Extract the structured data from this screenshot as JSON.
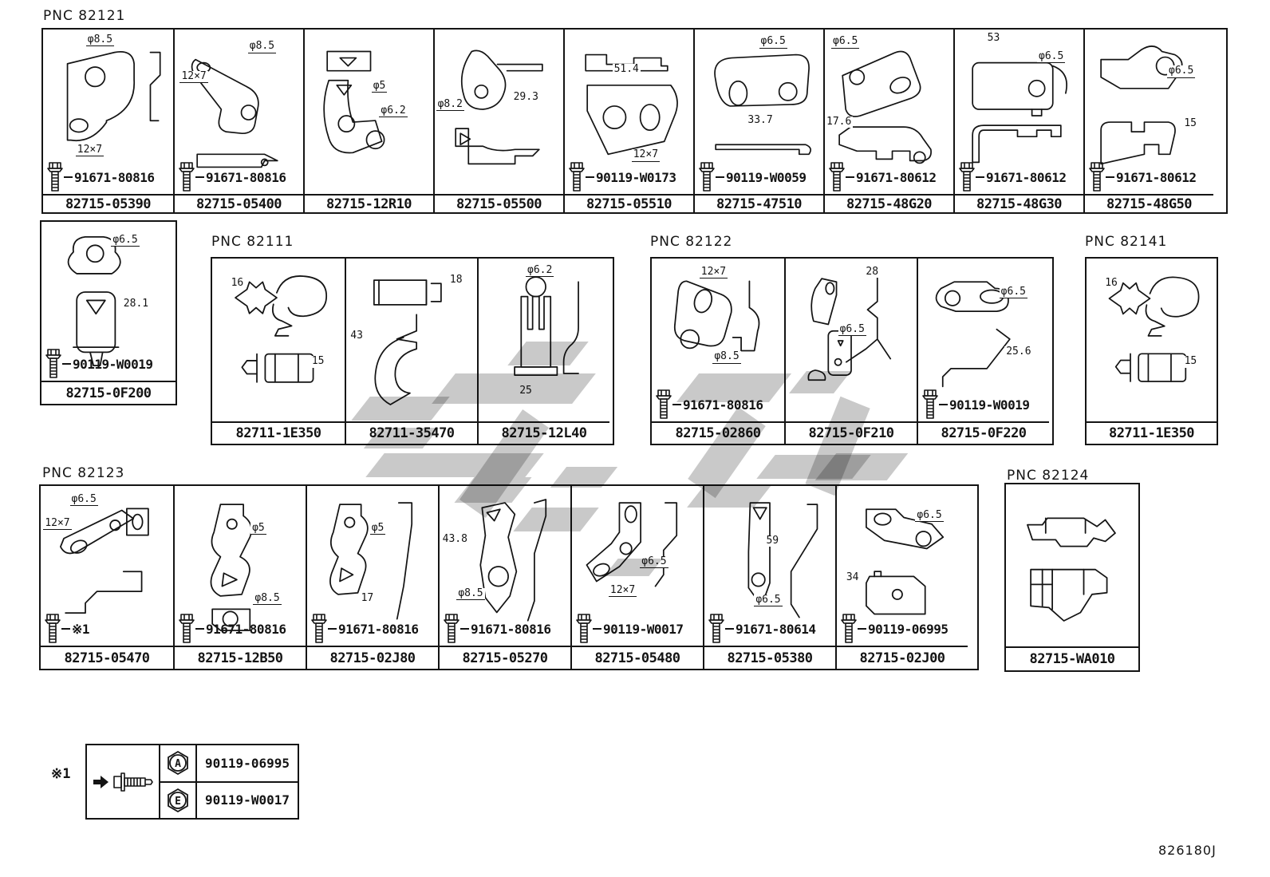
{
  "page": {
    "doc_code": "826180J"
  },
  "colors": {
    "line": "#141414",
    "watermark": "#c9c9c9",
    "background": "#ffffff"
  },
  "icons": {
    "bolt": "flange-bolt-icon",
    "legend_arrow": "arrow-right-icon",
    "legend_marker": "hex-nut-marker-icon"
  },
  "groups": [
    {
      "pnc": "PNC 82121",
      "cells": [
        {
          "part": "82715-05390",
          "bolt": "91671-80816",
          "dims": [
            "φ8.5",
            "12×7"
          ]
        },
        {
          "part": "82715-05400",
          "bolt": "91671-80816",
          "dims": [
            "φ8.5",
            "12×7"
          ]
        },
        {
          "part": "82715-12R10",
          "bolt": null,
          "dims": [
            "φ5",
            "φ6.2"
          ]
        },
        {
          "part": "82715-05500",
          "bolt": null,
          "dims": [
            "φ8.2",
            "29.3"
          ]
        },
        {
          "part": "82715-05510",
          "bolt": "90119-W0173",
          "dims": [
            "51.4",
            "12×7"
          ]
        },
        {
          "part": "82715-47510",
          "bolt": "90119-W0059",
          "dims": [
            "φ6.5",
            "33.7"
          ]
        },
        {
          "part": "82715-48G20",
          "bolt": "91671-80612",
          "dims": [
            "φ6.5",
            "17.6"
          ]
        },
        {
          "part": "82715-48G30",
          "bolt": "91671-80612",
          "dims": [
            "53",
            "φ6.5"
          ]
        },
        {
          "part": "82715-48G50",
          "bolt": "91671-80612",
          "dims": [
            "φ6.5",
            "15"
          ]
        }
      ]
    },
    {
      "pnc": "",
      "cells": [
        {
          "part": "82715-0F200",
          "bolt": "90119-W0019",
          "dims": [
            "φ6.5",
            "28.1"
          ]
        }
      ]
    },
    {
      "pnc": "PNC 82111",
      "cells": [
        {
          "part": "82711-1E350",
          "bolt": null,
          "dims": [
            "16",
            "15"
          ]
        },
        {
          "part": "82711-35470",
          "bolt": null,
          "dims": [
            "18",
            "43"
          ]
        },
        {
          "part": "82715-12L40",
          "bolt": null,
          "dims": [
            "φ6.2",
            "25"
          ]
        }
      ]
    },
    {
      "pnc": "PNC 82122",
      "cells": [
        {
          "part": "82715-02860",
          "bolt": "91671-80816",
          "dims": [
            "12×7",
            "φ8.5"
          ]
        },
        {
          "part": "82715-0F210",
          "bolt": null,
          "dims": [
            "28",
            "φ6.5"
          ]
        },
        {
          "part": "82715-0F220",
          "bolt": "90119-W0019",
          "dims": [
            "φ6.5",
            "25.6"
          ]
        }
      ]
    },
    {
      "pnc": "PNC 82141",
      "cells": [
        {
          "part": "82711-1E350",
          "bolt": null,
          "dims": [
            "16",
            "15"
          ]
        }
      ]
    },
    {
      "pnc": "PNC 82123",
      "cells": [
        {
          "part": "82715-05470",
          "bolt": "※1",
          "dims": [
            "φ6.5",
            "12×7"
          ]
        },
        {
          "part": "82715-12B50",
          "bolt": "91671-80816",
          "dims": [
            "φ5",
            "φ8.5"
          ]
        },
        {
          "part": "82715-02J80",
          "bolt": "91671-80816",
          "dims": [
            "φ5",
            "17"
          ]
        },
        {
          "part": "82715-05270",
          "bolt": "91671-80816",
          "dims": [
            "43.8",
            "φ8.5"
          ]
        },
        {
          "part": "82715-05480",
          "bolt": "90119-W0017",
          "dims": [
            "φ6.5",
            "12×7"
          ]
        },
        {
          "part": "82715-05380",
          "bolt": "91671-80614",
          "dims": [
            "59",
            "φ6.5"
          ]
        },
        {
          "part": "82715-02J00",
          "bolt": "90119-06995",
          "dims": [
            "φ6.5",
            "34"
          ]
        }
      ]
    },
    {
      "pnc": "PNC 82124",
      "cells": [
        {
          "part": "82715-WA010",
          "bolt": null,
          "dims": []
        }
      ]
    }
  ],
  "legend": {
    "ref": "※1",
    "rows": [
      {
        "letter": "A",
        "part": "90119-06995"
      },
      {
        "letter": "E",
        "part": "90119-W0017"
      }
    ]
  }
}
